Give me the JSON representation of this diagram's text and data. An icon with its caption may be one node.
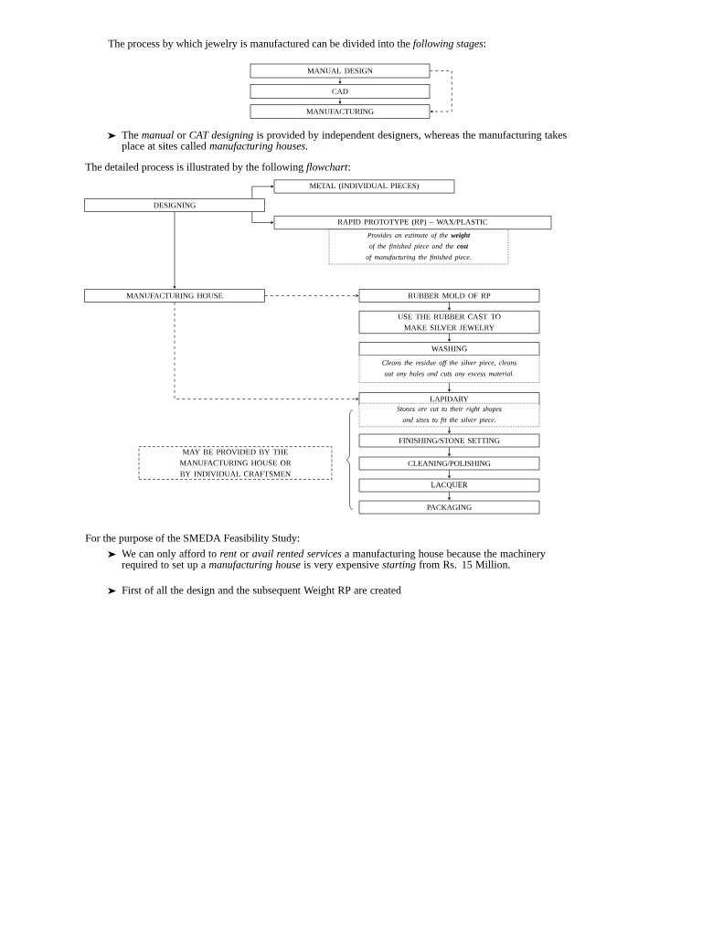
{
  "diagram": {
    "nodes": [
      {
        "text": [
          "MANUAL DESIGN"
        ]
      },
      {
        "text": [
          "CAD"
        ]
      },
      {
        "text": [
          "MANUFACTURING"
        ]
      },
      {
        "text": [
          "DESIGNING"
        ]
      },
      {
        "text": [
          "METAL (INDIVIDUAL PIECES)"
        ]
      },
      {
        "text": [
          "RAPID PROTOTYPE (RP) – WAX/PLASTIC"
        ]
      },
      {
        "text": [
          "Provides an estimate of the **weight** of the finished piece and the **cost** of manufacturing the finished piece."
        ]
      },
      {
        "text": [
          "MANUFACTURING HOUSE"
        ]
      },
      {
        "text": [
          "RUBBER MOLD OF RP"
        ]
      },
      {
        "text": [
          "USE THE RUBBER CAST TO MAKE SILVER JEWELRY"
        ]
      },
      {
        "text": [
          "WASHING"
        ]
      },
      {
        "text": [
          "Cleans the residue off the silver piece, cleans out any holes and cuts any excess material."
        ]
      },
      {
        "text": [
          "LAPIDARY"
        ]
      },
      {
        "text": [
          "Stones are cut to their right shapes and sizes to fit the silver piece."
        ]
      },
      {
        "text": [
          "FINISHING/STONE SETTING"
        ]
      },
      {
        "text": [
          "CLEANING/POLISHING"
        ]
      },
      {
        "text": [
          "LACQUER"
        ]
      },
      {
        "text": [
          "PACKAGING"
        ]
      },
      {
        "text": [
          "MAY BE PROVIDED BY THE MANUFACTURING HOUSE OR BY INDIVIDUAL CRAFTSMEN"
        ]
      }
    ],
    "edges": [
      {
        "from": 0,
        "to": 1,
        "arrow": "to"
      },
      {
        "from": 1,
        "to": 2,
        "arrow": "to"
      },
      {
        "from": 0,
        "to": 2,
        "arrow": "to",
        "style": "dashed"
      },
      {
        "from": 3,
        "to": 4,
        "arrow": "to"
      },
      {
        "from": 3,
        "to": 5,
        "arrow": "to"
      },
      {
        "from": 3,
        "to": 7,
        "arrow": "to"
      },
      {
        "from": 7,
        "to": 8,
        "arrow": "to",
        "style": "dashed"
      },
      {
        "from": 8,
        "to": 9,
        "arrow": "to"
      },
      {
        "from": 9,
        "to": 10,
        "arrow": "to"
      },
      {
        "from": 11,
        "to": 12,
        "arrow": "to"
      },
      {
        "from": 7,
        "to": 12,
        "arrow": "to",
        "style": "dashed"
      },
      {
        "from": 13,
        "to": 14,
        "arrow": "to"
      },
      {
        "from": 14,
        "to": 15,
        "arrow": "to"
      },
      {
        "from": 15,
        "to": 16,
        "arrow": "to"
      },
      {
        "from": 16,
        "to": 17,
        "arrow": "to"
      }
    ],
    "labels": [
      "The process by which jewelry is manufactured can be divided into the *following stages*:",
      "The *manual* or *CAT designing* is provided by independent designers, whereas the manufacturing takes place at sites called *manufacturing houses*.",
      "The detailed process is illustrated by the following *flowchart*:",
      "For the purpose of the SMEDA Feasibility Study:",
      "We can only afford to *rent* or *avail rented services* a manufacturing house because the machinery required to set up a *manufacturing house* is very expensive *starting* from Rs. 15 Million.",
      "First of all the design and the subsequent Weight RP are created"
    ]
  }
}
